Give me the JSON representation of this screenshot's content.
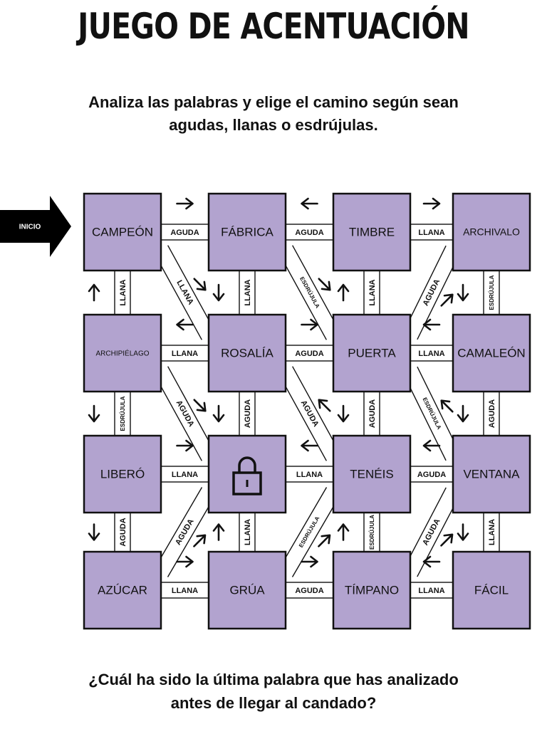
{
  "title": "JUEGO DE ACENTUACIÓN",
  "instructions": [
    "Analiza las palabras  y elige el camino según sean",
    "agudas, llanas o esdrújulas."
  ],
  "start_label": "INICIO",
  "question": [
    "¿Cuál ha sido la última palabra que has analizado",
    "antes de llegar al candado?"
  ],
  "colors": {
    "cell": "#B2A3CF",
    "border": "#111111",
    "start": "#000000"
  },
  "grid": [
    [
      "CAMPEÓN",
      "FÁBRICA",
      "TIMBRE",
      "ARCHIVALO"
    ],
    [
      "ARCHIPIÉLAGO",
      "ROSALÍA",
      "PUERTA",
      "CAMALEÓN"
    ],
    [
      "LIBERÓ",
      "lock-icon",
      "TENÉIS",
      "VENTANA"
    ],
    [
      "AZÚCAR",
      "GRÚA",
      "TÍMPANO",
      "FÁCIL"
    ]
  ],
  "horizontal_paths": [
    {
      "row": 0,
      "col": 0,
      "label": "AGUDA",
      "arrow": "right"
    },
    {
      "row": 0,
      "col": 1,
      "label": "AGUDA",
      "arrow": "left"
    },
    {
      "row": 0,
      "col": 2,
      "label": "LLANA",
      "arrow": "right"
    },
    {
      "row": 1,
      "col": 0,
      "label": "LLANA",
      "arrow": "left"
    },
    {
      "row": 1,
      "col": 1,
      "label": "AGUDA",
      "arrow": "right"
    },
    {
      "row": 1,
      "col": 2,
      "label": "LLANA",
      "arrow": "left"
    },
    {
      "row": 2,
      "col": 0,
      "label": "LLANA",
      "arrow": "right"
    },
    {
      "row": 2,
      "col": 1,
      "label": "LLANA",
      "arrow": "left"
    },
    {
      "row": 2,
      "col": 2,
      "label": "AGUDA",
      "arrow": "left"
    },
    {
      "row": 3,
      "col": 0,
      "label": "LLANA",
      "arrow": "right"
    },
    {
      "row": 3,
      "col": 1,
      "label": "AGUDA",
      "arrow": "right"
    },
    {
      "row": 3,
      "col": 2,
      "label": "LLANA",
      "arrow": "left"
    }
  ],
  "vertical_paths": [
    {
      "row": 0,
      "col": 0,
      "label": "LLANA",
      "arrow": "up"
    },
    {
      "row": 0,
      "col": 1,
      "label": "LLANA",
      "arrow": "down"
    },
    {
      "row": 0,
      "col": 2,
      "label": "LLANA",
      "arrow": "up"
    },
    {
      "row": 0,
      "col": 3,
      "label": "ESDRÚJULA",
      "arrow": "down"
    },
    {
      "row": 1,
      "col": 0,
      "label": "ESDRÚJULA",
      "arrow": "down"
    },
    {
      "row": 1,
      "col": 1,
      "label": "AGUDA",
      "arrow": "down"
    },
    {
      "row": 1,
      "col": 2,
      "label": "AGUDA",
      "arrow": "down"
    },
    {
      "row": 1,
      "col": 3,
      "label": "AGUDA",
      "arrow": "down"
    },
    {
      "row": 2,
      "col": 0,
      "label": "AGUDA",
      "arrow": "down"
    },
    {
      "row": 2,
      "col": 1,
      "label": "LLANA",
      "arrow": "up"
    },
    {
      "row": 2,
      "col": 2,
      "label": "ESDRÚJULA",
      "arrow": "up"
    },
    {
      "row": 2,
      "col": 3,
      "label": "LLANA",
      "arrow": "down"
    }
  ],
  "diagonal_paths": [
    {
      "row": 0,
      "col": 0,
      "dir": "down-right",
      "label": "LLANA",
      "arrow": "down-right"
    },
    {
      "row": 0,
      "col": 1,
      "dir": "down-right",
      "label": "ESDRÚJULA",
      "arrow": "down-right"
    },
    {
      "row": 0,
      "col": 2,
      "dir": "down-left",
      "label": "AGUDA",
      "arrow": "up-right"
    },
    {
      "row": 1,
      "col": 0,
      "dir": "down-right",
      "label": "AGUDA",
      "arrow": "down-right"
    },
    {
      "row": 1,
      "col": 1,
      "dir": "down-right",
      "label": "AGUDA",
      "arrow": "up-left"
    },
    {
      "row": 1,
      "col": 2,
      "dir": "down-right",
      "label": "ESDRÚJULA",
      "arrow": "up-left"
    },
    {
      "row": 2,
      "col": 0,
      "dir": "down-left",
      "label": "AGUDA",
      "arrow": "up-right"
    },
    {
      "row": 2,
      "col": 1,
      "dir": "down-left",
      "label": "ESDRÚJULA",
      "arrow": "up-right"
    },
    {
      "row": 2,
      "col": 2,
      "dir": "down-left",
      "label": "AGUDA",
      "arrow": "up-right"
    }
  ]
}
